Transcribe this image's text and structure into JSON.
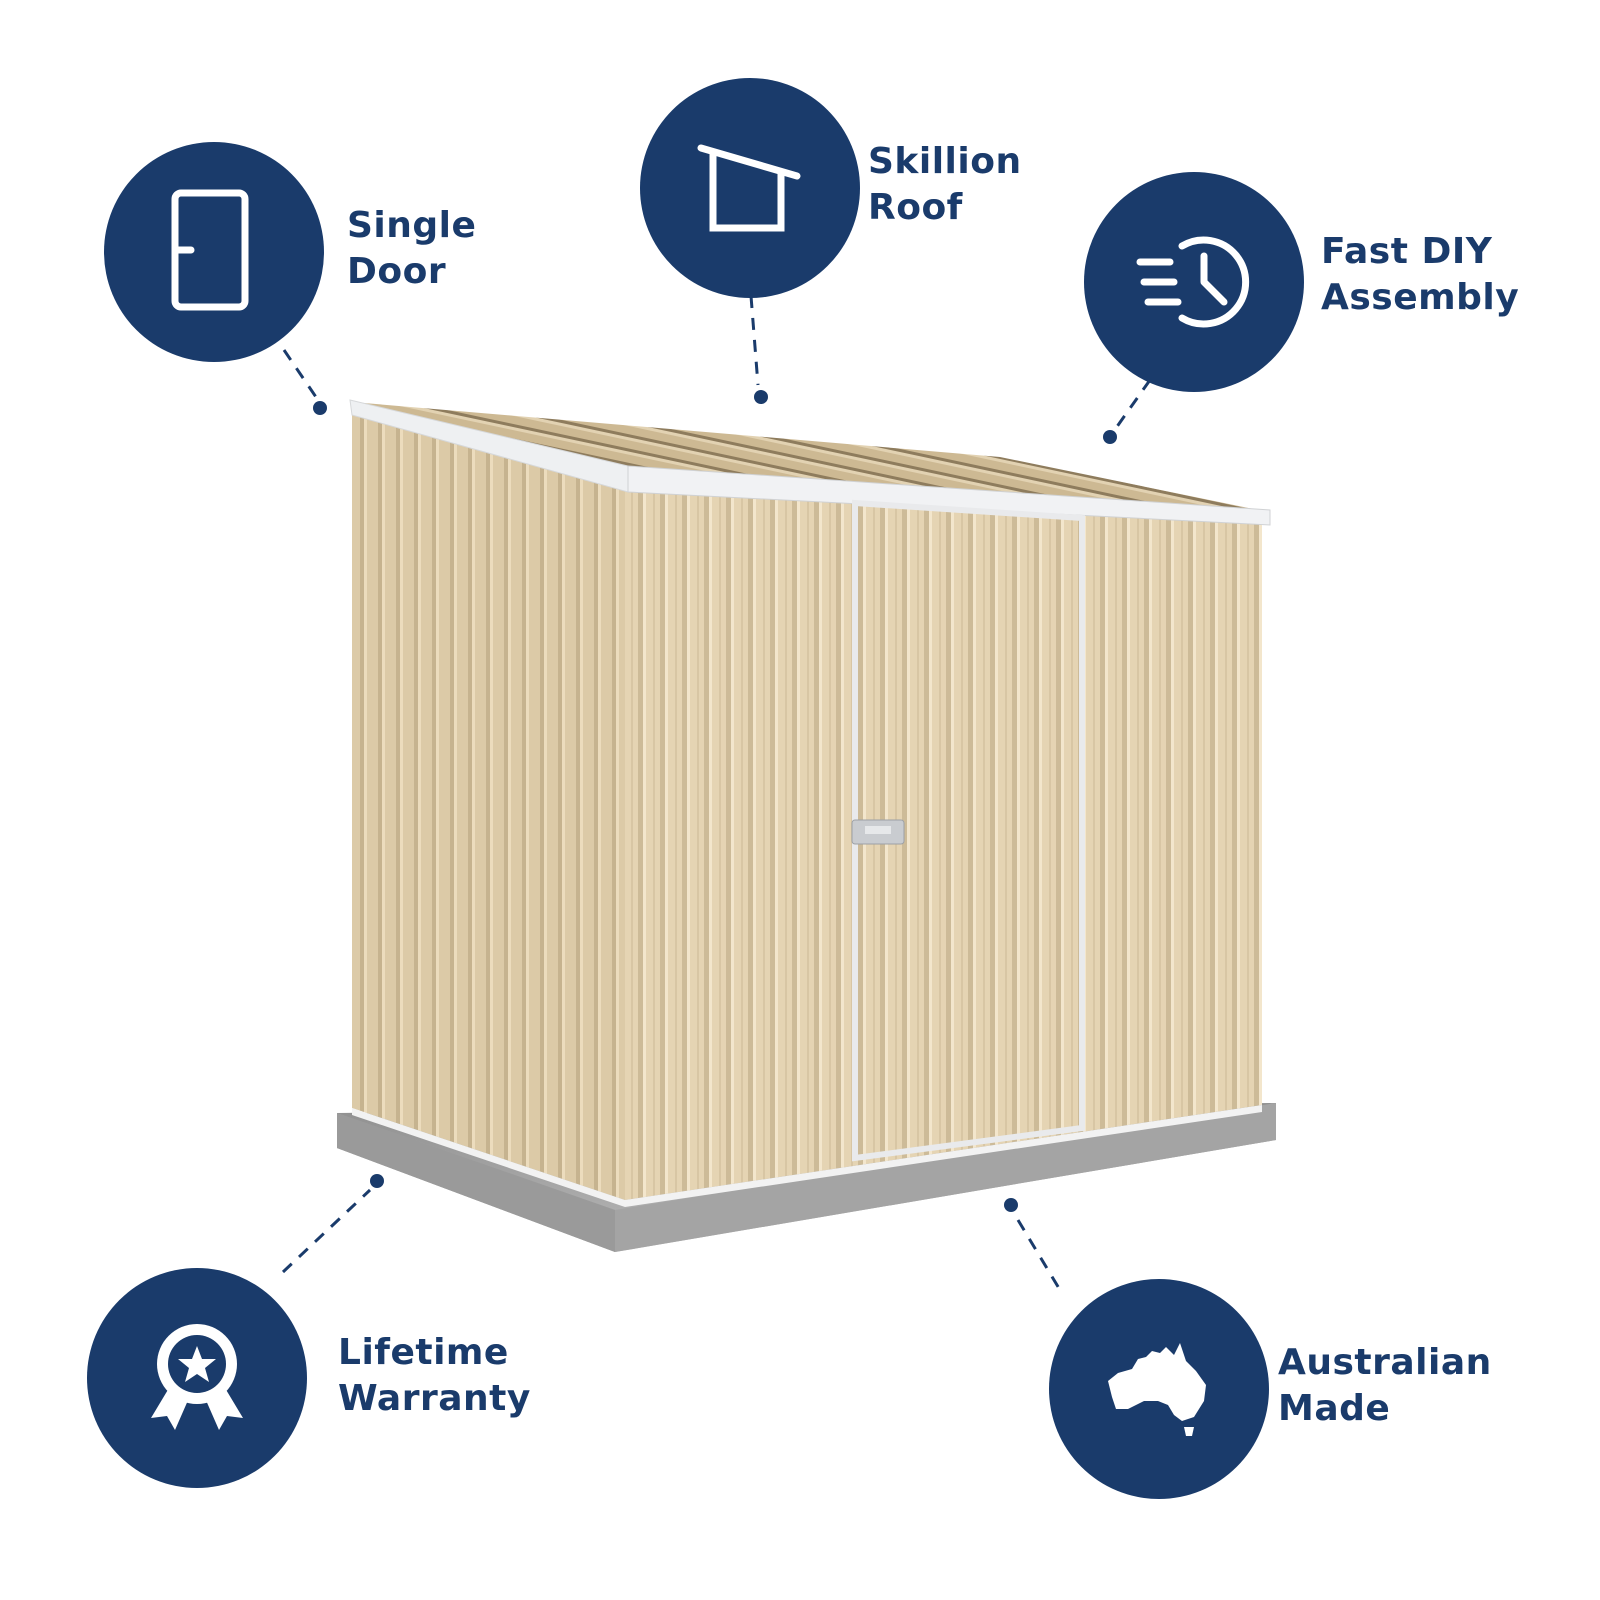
{
  "theme": {
    "badge_color": "#1a3b6b",
    "icon_color": "#ffffff",
    "shed_color": "#e3d2b1",
    "trim_color": "#eceef0",
    "slab_color": "#a9a9a9"
  },
  "product": {
    "image_alt": "Skillion roof garden shed with single door on concrete slab"
  },
  "features": [
    {
      "id": "single-door",
      "icon": "door-icon",
      "line1": "Single",
      "line2": "Door"
    },
    {
      "id": "skillion-roof",
      "icon": "skillion-roof-icon",
      "line1": "Skillion",
      "line2": "Roof"
    },
    {
      "id": "fast-diy-assembly",
      "icon": "fast-clock-icon",
      "line1": "Fast DIY",
      "line2": "Assembly"
    },
    {
      "id": "lifetime-warranty",
      "icon": "award-ribbon-icon",
      "line1": "Lifetime",
      "line2": "Warranty"
    },
    {
      "id": "australian-made",
      "icon": "australia-map-icon",
      "line1": "Australian",
      "line2": "Made"
    }
  ]
}
